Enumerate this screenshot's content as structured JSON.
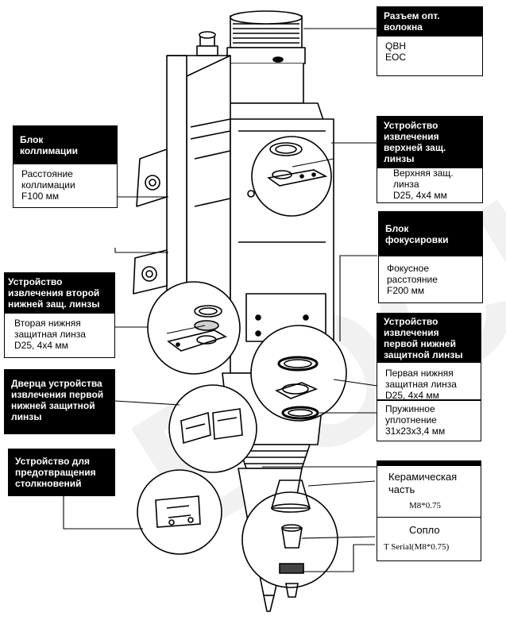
{
  "labels": {
    "qbh": {
      "title": "Разъем опт.\nволокна",
      "lines": "QBH\nEOC"
    },
    "collimation": {
      "title": "Блок\nколлимации",
      "lines": "Расстояние\nколлимации\nF100 мм"
    },
    "upper_lens": {
      "title": "Устройство\nизвлечения\nверхней защ.\nлинзы",
      "lines": "Верхняя защ.\nлинза\nD25, 4x4 мм"
    },
    "focusing": {
      "title": "Блок\nфокусировки",
      "lines": "Фокусное\nрасстояние\nF200 мм"
    },
    "second_lower": {
      "title": "Устройство\nизвлечения второй\nнижней защ. линзы",
      "lines": "Вторая нижняя\nзащитная линза\nD25, 4x4 мм"
    },
    "first_lower": {
      "title": "Устройство\nизвлечения\nпервой нижней\nзащитной линзы",
      "lines": "Первая нижняя\nзащитная линза\nD25, 4x4 мм"
    },
    "spring_seal": {
      "lines": "Пружинное\nуплотнение\n31x23x3,4 мм"
    },
    "door": {
      "title": "Дверца устройства\nизвлечения первой\nнижней защитной\nлинзы"
    },
    "anticollision": {
      "title": "Устройство для\nпредотвращения\nстолкновений"
    },
    "ceramic": {
      "name": "Керамическая\nчасть",
      "spec": "M8*0.75"
    },
    "nozzle": {
      "name": "Сопло",
      "spec": "T Serial(M8*0.75)"
    }
  }
}
